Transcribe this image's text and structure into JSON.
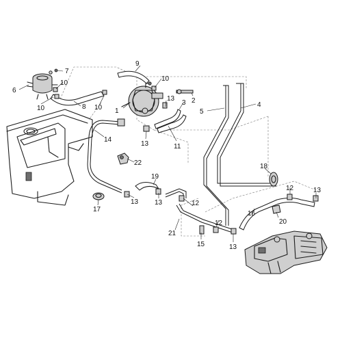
{
  "callouts": [
    {
      "id": "c1",
      "text": "1"
    },
    {
      "id": "c2",
      "text": "2"
    },
    {
      "id": "c3",
      "text": "3"
    },
    {
      "id": "c4",
      "text": "4"
    },
    {
      "id": "c5",
      "text": "5"
    },
    {
      "id": "c6",
      "text": "6"
    },
    {
      "id": "c7",
      "text": "7"
    },
    {
      "id": "c8",
      "text": "8"
    },
    {
      "id": "c9",
      "text": "9"
    },
    {
      "id": "c10a",
      "text": "10"
    },
    {
      "id": "c10b",
      "text": "10"
    },
    {
      "id": "c10c",
      "text": "10"
    },
    {
      "id": "c10d",
      "text": "10"
    },
    {
      "id": "c11",
      "text": "11"
    },
    {
      "id": "c12a",
      "text": "12"
    },
    {
      "id": "c12b",
      "text": "12"
    },
    {
      "id": "c12c",
      "text": "12"
    },
    {
      "id": "c13a",
      "text": "13"
    },
    {
      "id": "c13b",
      "text": "13"
    },
    {
      "id": "c13c",
      "text": "13"
    },
    {
      "id": "c13d",
      "text": "13"
    },
    {
      "id": "c13e",
      "text": "13"
    },
    {
      "id": "c13f",
      "text": "13"
    },
    {
      "id": "c14",
      "text": "14"
    },
    {
      "id": "c15",
      "text": "15"
    },
    {
      "id": "c16",
      "text": "16"
    },
    {
      "id": "c17",
      "text": "17"
    },
    {
      "id": "c18",
      "text": "18"
    },
    {
      "id": "c19",
      "text": "19"
    },
    {
      "id": "c20",
      "text": "20"
    },
    {
      "id": "c21",
      "text": "21"
    },
    {
      "id": "c22",
      "text": "22"
    }
  ]
}
